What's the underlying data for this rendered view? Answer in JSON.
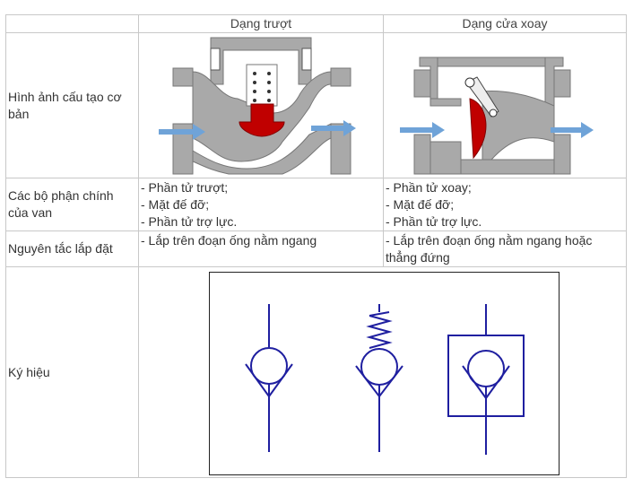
{
  "table": {
    "header": {
      "col0": "",
      "col1": "Dạng trượt",
      "col2": "Dạng cửa xoay"
    },
    "rows": [
      {
        "label": "Hình ảnh cấu tạo cơ bản"
      },
      {
        "label": "Các bộ phận chính của van",
        "col1": [
          "- Phần tử trượt;",
          "- Mặt đế đỡ;",
          "- Phần tử trợ lực."
        ],
        "col2": [
          "- Phần tử xoay;",
          "- Mặt đế đỡ;",
          "- Phần tử trợ lực."
        ]
      },
      {
        "label": "Nguyên tắc lắp đặt",
        "col1": [
          "- Lắp trên đoạn ống nằm ngang"
        ],
        "col2": [
          "- Lắp trên đoạn ống nằm ngang hoặc",
          "thẳng đứng"
        ]
      },
      {
        "label": "Ký hiệu"
      }
    ]
  },
  "colors": {
    "valve_body": "#a9a9a9",
    "disc": "#c00000",
    "flow_arrow": "#6fa3d8",
    "symbol": "#1f1fa0",
    "border": "#c8c8c8"
  }
}
